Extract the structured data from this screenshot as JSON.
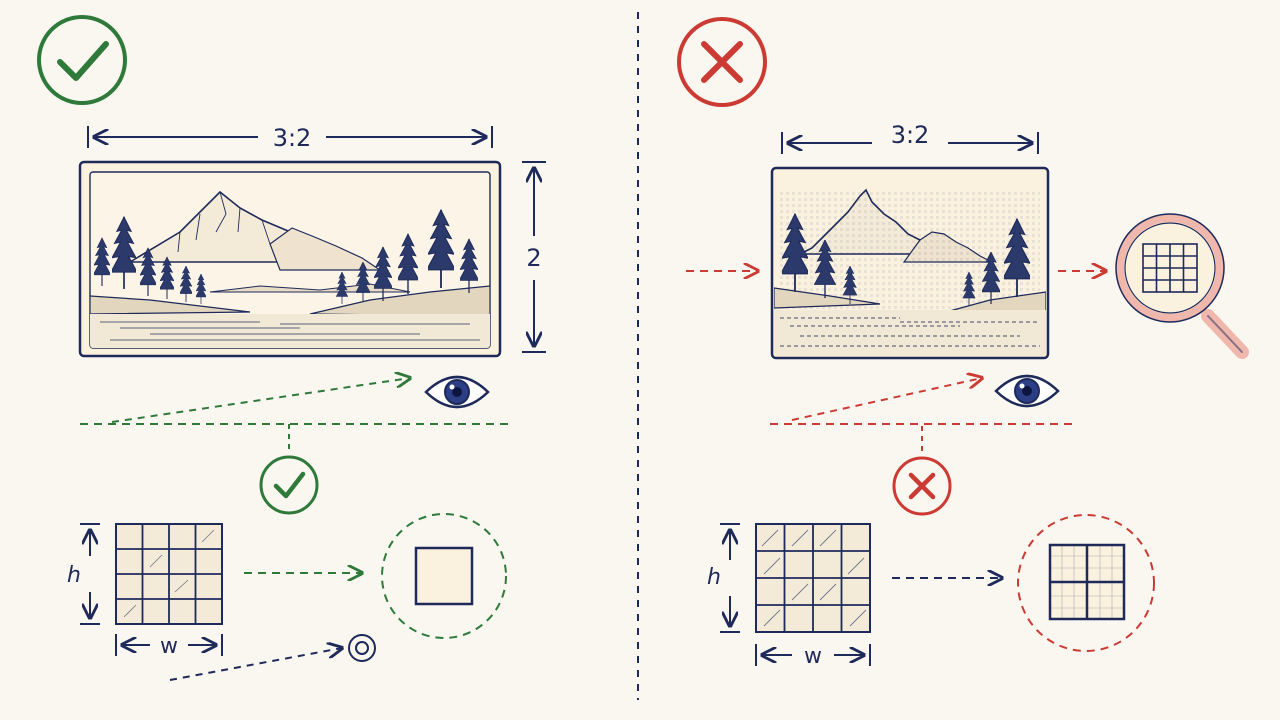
{
  "colors": {
    "background": "#faf6f0",
    "ink": "#1e2a5a",
    "good": "#2f7a3a",
    "bad": "#cc3b33",
    "paper": "#fbf1df",
    "magnifier_ring": "#f0b7ad"
  },
  "icons": {
    "good_badge": "check-circle-icon",
    "bad_badge": "cross-circle-icon",
    "viewer": "eye-icon",
    "inspect": "magnifier-icon",
    "target": "target-icon"
  },
  "left_panel": {
    "status": "correct",
    "width_label": "3:2",
    "height_label": "2",
    "grid_height_label": "h",
    "grid_width_label": "w"
  },
  "right_panel": {
    "status": "incorrect",
    "width_label": "3:2",
    "grid_height_label": "h",
    "grid_width_label": "w"
  }
}
